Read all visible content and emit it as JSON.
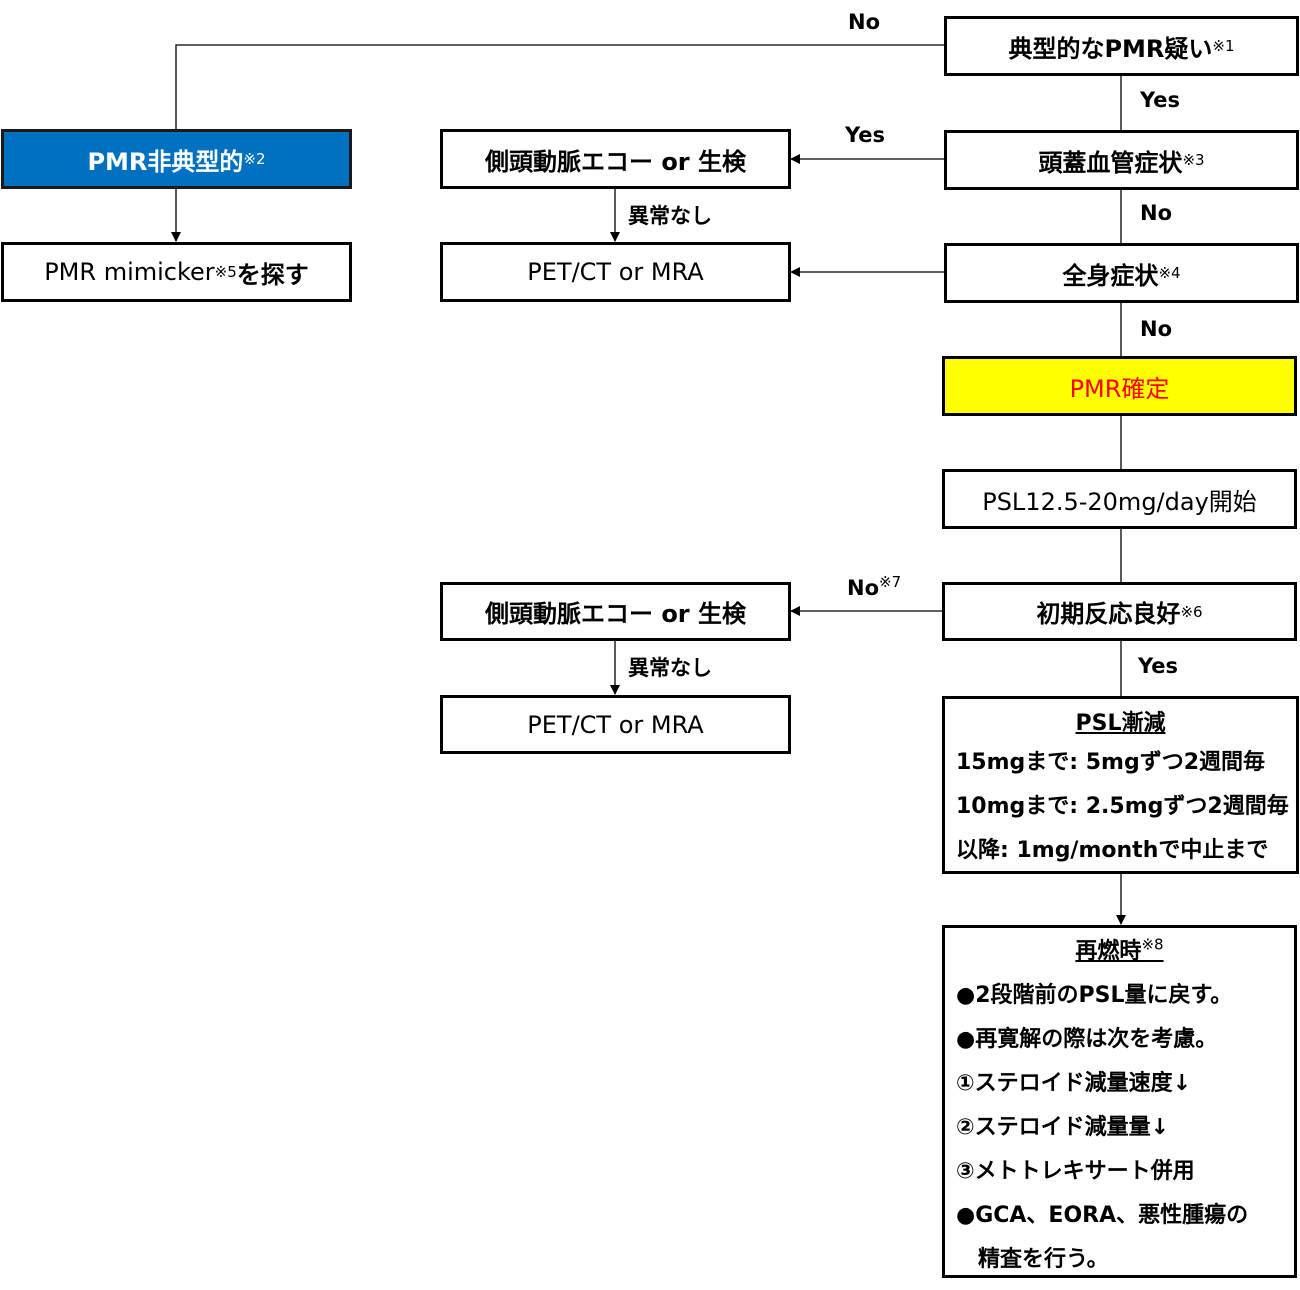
{
  "nodes": {
    "suspect_pmr": {
      "text": "典型的なPMR疑い",
      "note": "※1"
    },
    "atypical": {
      "text": "PMR非典型的",
      "note": "※2"
    },
    "mimicker": {
      "text": "PMR mimicker ",
      "note": "※5",
      "after": "を探す"
    },
    "echo1": {
      "text": "側頭動脈エコー or 生検"
    },
    "cranial": {
      "text": "頭蓋血管症状",
      "note": "※3"
    },
    "petct1": {
      "text": "PET/CT or MRA"
    },
    "systemic": {
      "text": "全身症状",
      "note": "※4"
    },
    "confirmed": {
      "text": "PMR確定"
    },
    "psl_start": {
      "text": "PSL12.5-20mg/day開始"
    },
    "initial_resp": {
      "text": "初期反応良好",
      "note": "※6"
    },
    "echo2": {
      "text": "側頭動脈エコー or 生検"
    },
    "petct2": {
      "text": "PET/CT or MRA"
    },
    "taper": {
      "title": "PSL漸減",
      "lines": [
        "15mgまで: 5mgずつ2週間毎",
        "10mgまで: 2.5mgずつ2週間毎",
        "以降: 1mg/monthで中止まで"
      ]
    },
    "relapse": {
      "title": "再燃時",
      "title_note": "※8",
      "lines": [
        "●2段階前のPSL量に戻す。",
        "●再寛解の際は次を考慮。",
        "①ステロイド減量速度↓",
        "②ステロイド減量量↓",
        "③メトトレキサート併用",
        "●GCA、EORA、悪性腫瘍の",
        "　精査を行う。"
      ]
    }
  },
  "edge_labels": {
    "no_top": "No",
    "yes_1": "Yes",
    "yes_cranial": "Yes",
    "abnormal_none_1": "異常なし",
    "no_cranial": "No",
    "no_systemic": "No",
    "no_initial": "No",
    "no_initial_note": "※7",
    "abnormal_none_2": "異常なし",
    "yes_initial": "Yes"
  },
  "colors": {
    "atypical_fill": "#0070c0",
    "confirmed_fill": "#ffff00",
    "confirmed_text": "#ff0000"
  }
}
